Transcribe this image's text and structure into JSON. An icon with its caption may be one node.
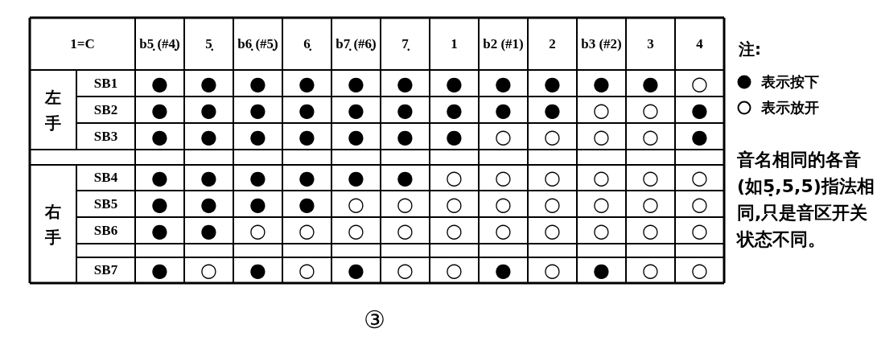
{
  "diagram": {
    "caption": "③",
    "labels": [
      "1=C",
      "b5̣ (#4̣)",
      "5̣",
      "b6̣ (#5̣)",
      "6̣",
      "b7̣ (#6̣)",
      "7̣",
      "1",
      "b2 (#1)",
      "2",
      "b3 (#2)",
      "3",
      "4",
      "左手",
      "SB1",
      "●",
      "●",
      "●",
      "●",
      "●",
      "●",
      "●",
      "●",
      "●",
      "●",
      "●",
      "○",
      "SB2",
      "●",
      "●",
      "●",
      "●",
      "●",
      "●",
      "●",
      "●",
      "●",
      "○",
      "○",
      "●",
      "SB3",
      "●",
      "●",
      "●",
      "●",
      "●",
      "●",
      "●",
      "○",
      "○",
      "○",
      "○",
      "●",
      "右手",
      "SB4",
      "●",
      "●",
      "●",
      "●",
      "●",
      "●",
      "○",
      "○",
      "○",
      "○",
      "○",
      "○",
      "SB5",
      "●",
      "●",
      "●",
      "●",
      "○",
      "○",
      "○",
      "○",
      "○",
      "○",
      "○",
      "○",
      "SB6",
      "●",
      "●",
      "○",
      "○",
      "○",
      "○",
      "○",
      "○",
      "○",
      "○",
      "○",
      "○",
      "SB7",
      "●",
      "○",
      "●",
      "○",
      "●",
      "○",
      "○",
      "●",
      "○",
      "●",
      "○",
      "○",
      "注:",
      "音名相同的各音(如5̣,5,5̇)指法相同,只是音区开关状态不同。"
    ],
    "legend": [
      {
        "text": "表示按下"
      },
      {
        "text": "表示放开"
      }
    ]
  }
}
